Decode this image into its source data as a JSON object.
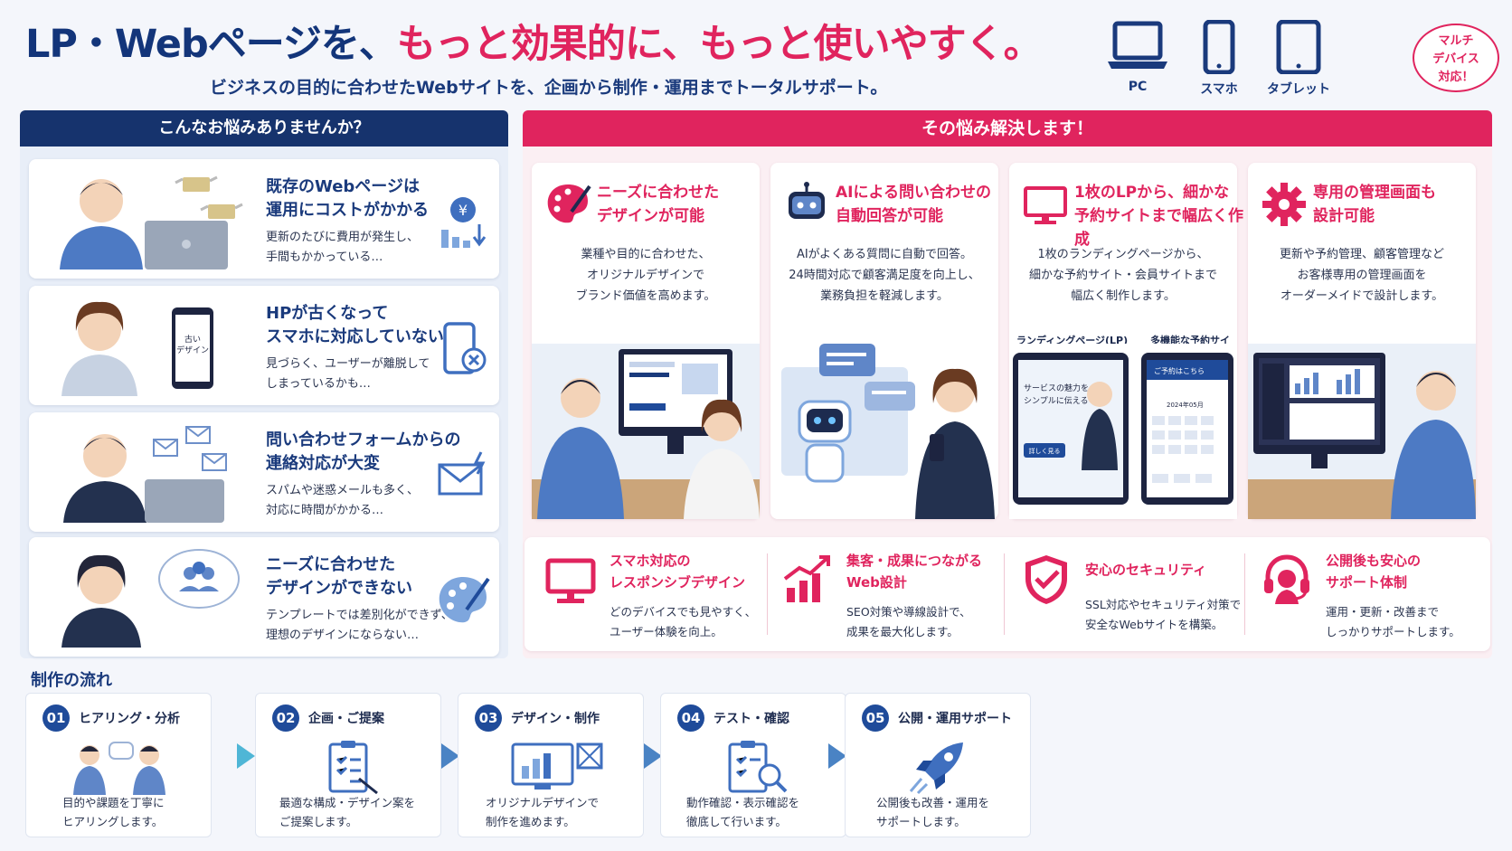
{
  "header": {
    "title_part1": "LP・Webページを、",
    "title_part2": "もっと効果的に、もっと使いやすく。",
    "subtitle": "ビジネスの目的に合わせたWebサイトを、企画から制作・運用までトータルサポート。",
    "devices": [
      {
        "label": "PC",
        "icon": "laptop-icon"
      },
      {
        "label": "スマホ",
        "icon": "smartphone-icon"
      },
      {
        "label": "タブレット",
        "icon": "tablet-icon"
      }
    ],
    "multi_device": [
      "マルチ",
      "デバイス",
      "対応！"
    ]
  },
  "problems": {
    "heading": "こんなお悩みありませんか？",
    "items": [
      {
        "title": [
          "既存のWebページは",
          "運用にコストがかかる"
        ],
        "desc": [
          "更新のたびに費用が発生し、",
          "手間もかかっている…"
        ],
        "icon": "yen-down-icon"
      },
      {
        "title": [
          "HPが古くなって",
          "スマホに対応していない"
        ],
        "desc": [
          "見づらく、ユーザーが離脱して",
          "しまっているかも…"
        ],
        "icon": "phone-x-icon",
        "phone_text": [
          "古い",
          "デザイン"
        ]
      },
      {
        "title": [
          "問い合わせフォームからの",
          "連絡対応が大変"
        ],
        "desc": [
          "スパムや迷惑メールも多く、",
          "対応に時間がかかる…"
        ],
        "icon": "mail-alert-icon"
      },
      {
        "title": [
          "ニーズに合わせた",
          "デザインができない"
        ],
        "desc": [
          "テンプレートでは差別化ができず、",
          "理想のデザインにならない…"
        ],
        "icon": "palette-icon"
      }
    ]
  },
  "solutions": {
    "heading": "その悩み解決します！",
    "items": [
      {
        "title": [
          "ニーズに合わせた",
          "デザインが可能"
        ],
        "desc": [
          "業種や目的に合わせた、",
          "オリジナルデザインで",
          "ブランド価値を高めます。"
        ],
        "icon": "palette-icon"
      },
      {
        "title": [
          "AIによる問い合わせの",
          "自動回答が可能"
        ],
        "desc": [
          "AIがよくある質問に自動で回答。",
          "24時間対応で顧客満足度を向上し、",
          "業務負担を軽減します。"
        ],
        "icon": "robot-icon"
      },
      {
        "title": [
          "1枚のLPから、細かな",
          "予約サイトまで幅広く作成"
        ],
        "desc": [
          "1枚のランディングページから、",
          "細かな予約サイト・会員サイトまで",
          "幅広く制作します。"
        ],
        "icon": "monitor-icon",
        "captions": [
          "ランディングページ(LP)",
          "多機能な予約サイト"
        ],
        "lp_text": [
          "サービスの魅力を",
          "シンプルに伝える"
        ],
        "lp_button": "詳しく見る",
        "booking_title": "ご予約はこちら",
        "booking_month": "2024年05月"
      },
      {
        "title": [
          "専用の管理画面も",
          "設計可能"
        ],
        "desc": [
          "更新や予約管理、顧客管理など",
          "お客様専用の管理画面を",
          "オーダーメイドで設計します。"
        ],
        "icon": "gear-icon"
      }
    ]
  },
  "features": [
    {
      "title": [
        "スマホ対応の",
        "レスポンシブデザイン"
      ],
      "desc": [
        "どのデバイスでも見やすく、",
        "ユーザー体験を向上。"
      ],
      "icon": "monitor-icon"
    },
    {
      "title": [
        "集客・成果につながる",
        "Web設計"
      ],
      "desc": [
        "SEO対策や導線設計で、",
        "成果を最大化します。"
      ],
      "icon": "growth-chart-icon"
    },
    {
      "title": [
        "安心のセキュリティ"
      ],
      "desc": [
        "SSL対応やセキュリティ対策で",
        "安全なWebサイトを構築。"
      ],
      "icon": "shield-check-icon"
    },
    {
      "title": [
        "公開後も安心の",
        "サポート体制"
      ],
      "desc": [
        "運用・更新・改善まで",
        "しっかりサポートします。"
      ],
      "icon": "headset-icon"
    }
  ],
  "flow": {
    "heading": "制作の流れ",
    "steps": [
      {
        "num": "01",
        "title": "ヒアリング・分析",
        "desc": [
          "目的や課題を丁寧に",
          "ヒアリングします。"
        ],
        "icon": "meeting-icon"
      },
      {
        "num": "02",
        "title": "企画・ご提案",
        "desc": [
          "最適な構成・デザイン案を",
          "ご提案します。"
        ],
        "icon": "clipboard-icon"
      },
      {
        "num": "03",
        "title": "デザイン・制作",
        "desc": [
          "オリジナルデザインで",
          "制作を進めます。"
        ],
        "icon": "design-monitor-icon"
      },
      {
        "num": "04",
        "title": "テスト・確認",
        "desc": [
          "動作確認・表示確認を",
          "徹底して行います。"
        ],
        "icon": "checklist-magnifier-icon"
      },
      {
        "num": "05",
        "title": "公開・運用サポート",
        "desc": [
          "公開後も改善・運用を",
          "サポートします。"
        ],
        "icon": "rocket-icon"
      }
    ]
  },
  "colors": {
    "navy": "#16336d",
    "pink": "#e0245e",
    "blue": "#1f4b9a"
  }
}
